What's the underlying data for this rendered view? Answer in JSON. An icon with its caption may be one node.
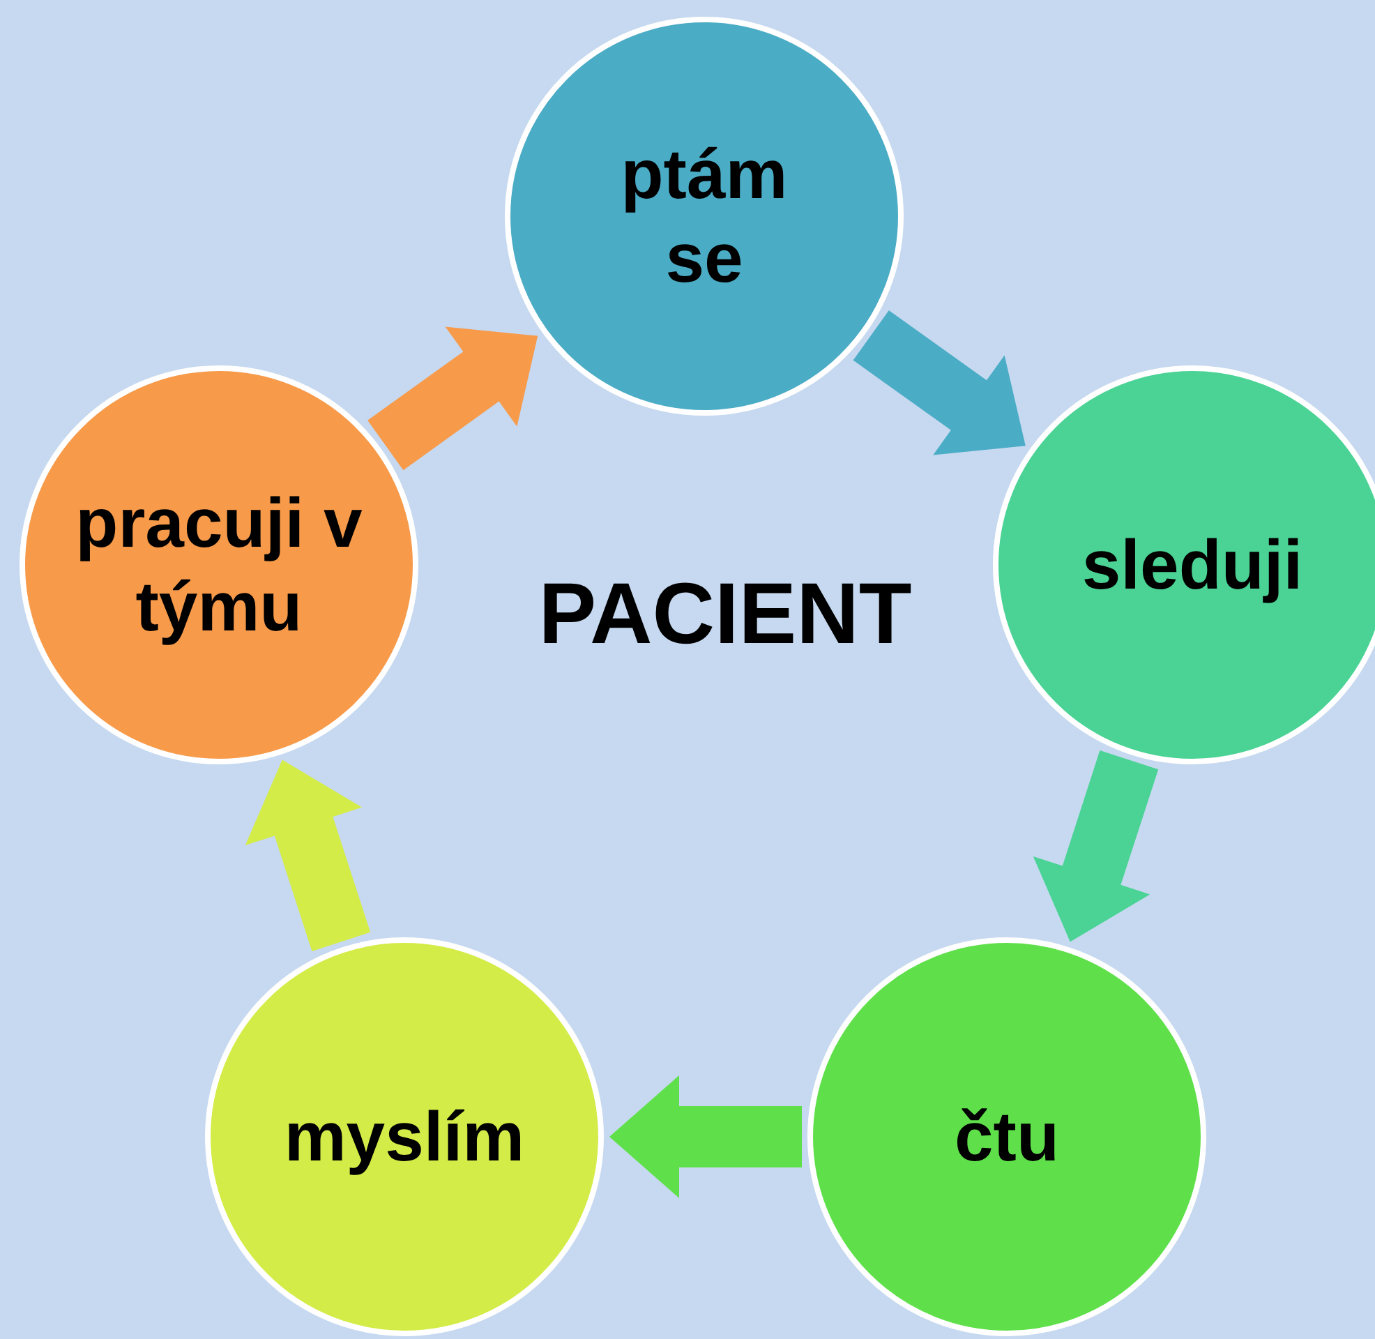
{
  "diagram": {
    "nodes": [
      {
        "text": [
          "ptám se"
        ]
      },
      {
        "text": [
          "sleduji"
        ]
      },
      {
        "text": [
          "čtu"
        ]
      },
      {
        "text": [
          "myslím"
        ]
      },
      {
        "text": [
          "pracuji v týmu"
        ]
      }
    ],
    "edges": [
      {
        "from": 0,
        "to": 1,
        "arrow": "to",
        "color": "#4bacc6"
      },
      {
        "from": 1,
        "to": 2,
        "arrow": "to",
        "color": "#4ad394"
      },
      {
        "from": 2,
        "to": 3,
        "arrow": "to",
        "color": "#5fe04a"
      },
      {
        "from": 3,
        "to": 4,
        "arrow": "to",
        "color": "#d4ec47"
      },
      {
        "from": 4,
        "to": 0,
        "arrow": "to",
        "color": "#f79a4a"
      }
    ],
    "labels": [
      "PACIENT"
    ]
  }
}
